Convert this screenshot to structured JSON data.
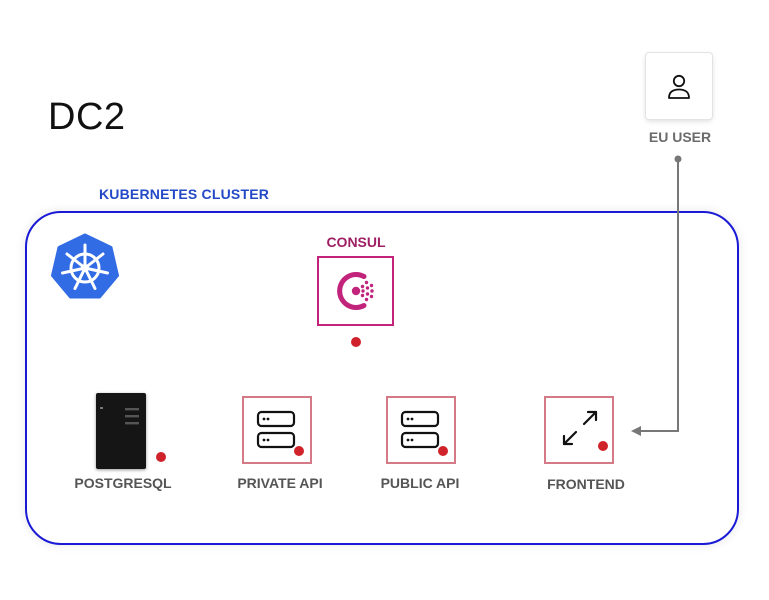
{
  "datacenter": {
    "title": "DC2"
  },
  "user": {
    "label": "EU USER",
    "icon": "user-icon"
  },
  "cluster": {
    "label": "KUBERNETES CLUSTER",
    "border_color": "#1a1ad6",
    "label_color": "#2349c6",
    "logo": "kubernetes-logo"
  },
  "consul": {
    "label": "CONSUL",
    "color": "#c2247c",
    "icon": "consul-icon"
  },
  "services": [
    {
      "id": "postgresql",
      "label": "POSTGRESQL",
      "icon": "server-tower-icon"
    },
    {
      "id": "private-api",
      "label": "PRIVATE API",
      "icon": "server-stack-icon"
    },
    {
      "id": "public-api",
      "label": "PUBLIC API",
      "icon": "server-stack-icon"
    },
    {
      "id": "frontend",
      "label": "FRONTEND",
      "icon": "expand-arrows-icon"
    }
  ],
  "colors": {
    "proxy_dot": "#d0222b",
    "connector": "#777777",
    "service_border": "#d37a86"
  }
}
